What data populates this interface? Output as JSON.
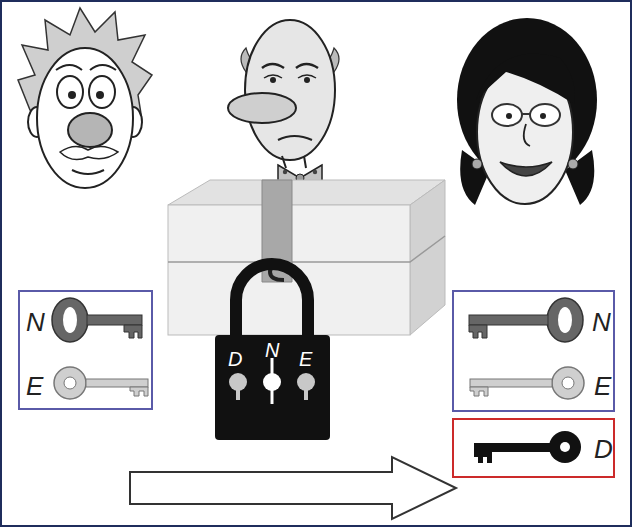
{
  "diagram": {
    "nodes": [
      {
        "text": [
          "N",
          "E"
        ]
      },
      {
        "text": [
          "D",
          "N",
          "E"
        ]
      },
      {
        "text": [
          "N",
          "E"
        ]
      },
      {
        "text": [
          "D"
        ]
      }
    ]
  }
}
